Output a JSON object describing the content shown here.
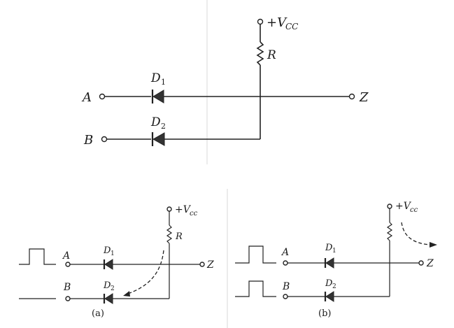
{
  "top_circuit": {
    "supply_label": "+V",
    "supply_sub": "CC",
    "resistor_label": "R",
    "input_a_label": "A",
    "input_b_label": "B",
    "output_label": "Z",
    "diode1_label": "D",
    "diode1_sub": "1",
    "diode2_label": "D",
    "diode2_sub": "2"
  },
  "panel_a": {
    "supply_label": "+V",
    "supply_sub": "cc",
    "resistor_label": "R",
    "input_a_label": "A",
    "input_b_label": "B",
    "output_label": "Z",
    "diode1_label": "D",
    "diode1_sub": "1",
    "diode2_label": "D",
    "diode2_sub": "2",
    "caption": "(a)"
  },
  "panel_b": {
    "supply_label": "+V",
    "supply_sub": "cc",
    "input_a_label": "A",
    "input_b_label": "B",
    "output_label": "Z",
    "diode1_label": "D",
    "diode1_sub": "1",
    "diode2_label": "D",
    "diode2_sub": "2",
    "caption": "(b)"
  }
}
